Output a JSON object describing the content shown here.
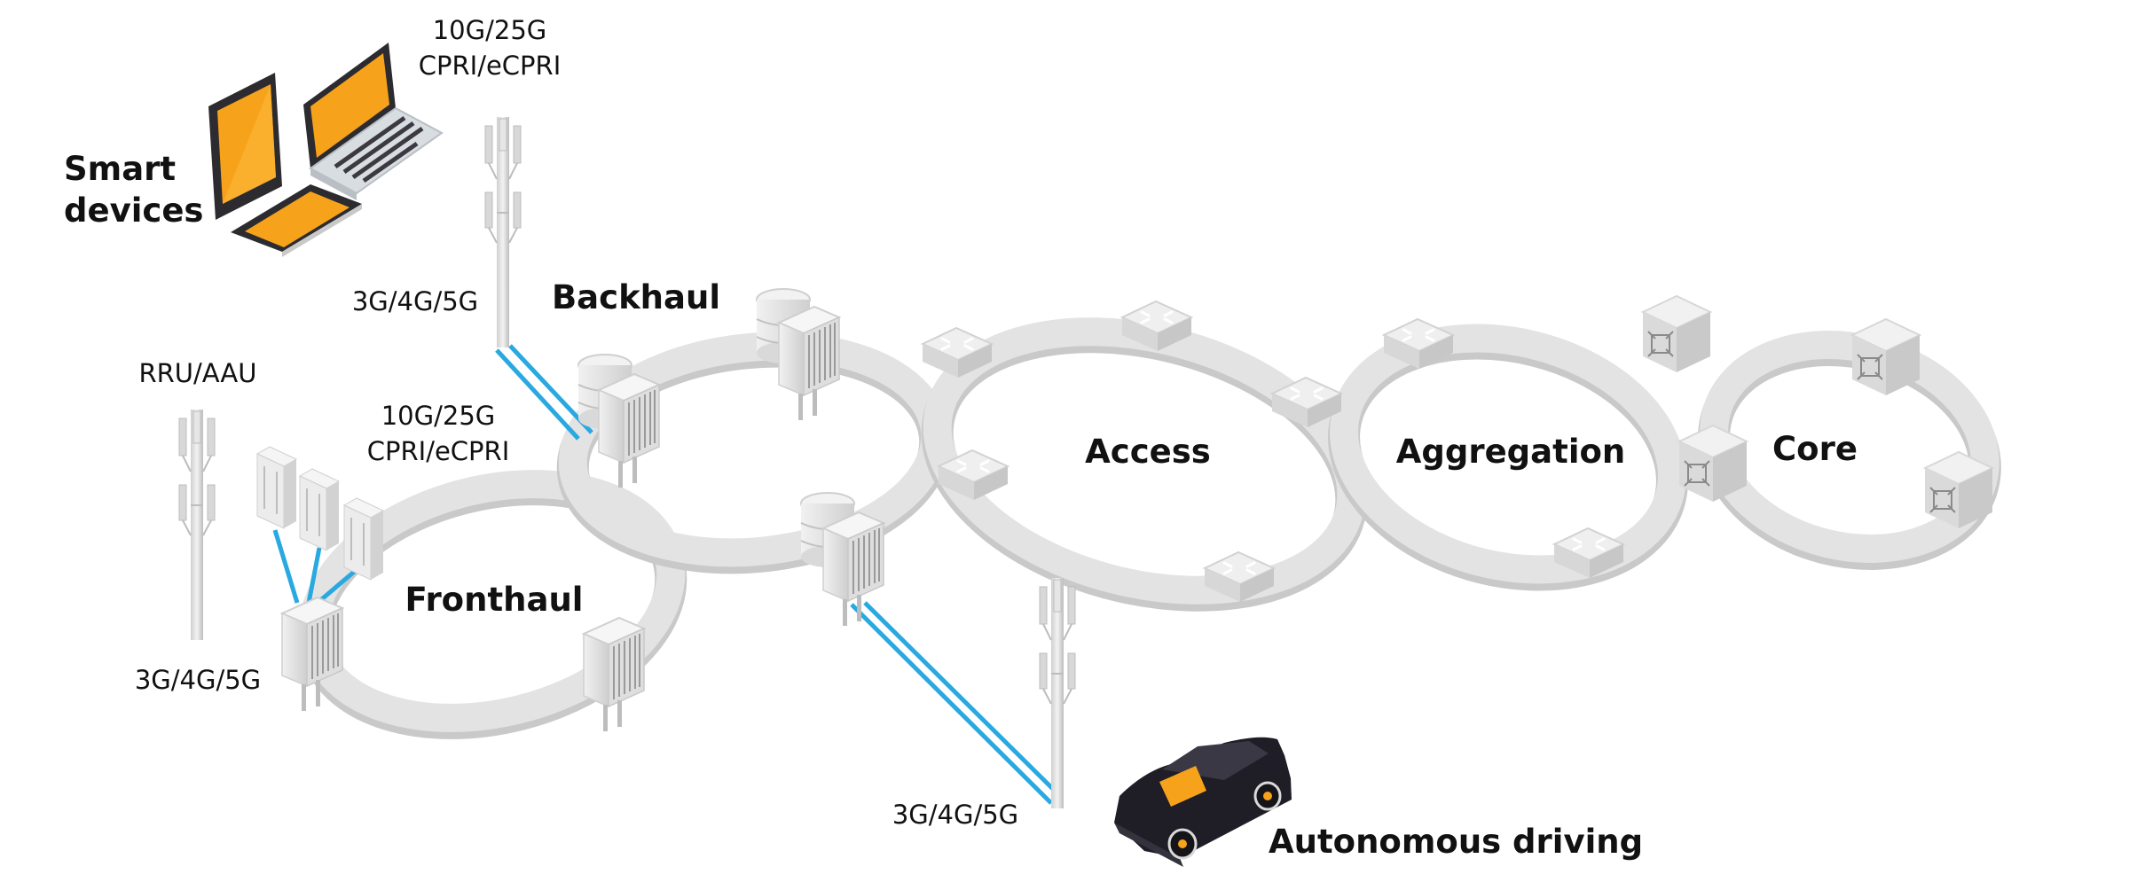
{
  "rings": {
    "fronthaul": "Fronthaul",
    "backhaul": "Backhaul",
    "access": "Access",
    "aggregation": "Aggregation",
    "core": "Core"
  },
  "labels": {
    "smart_devices_line1": "Smart",
    "smart_devices_line2": "devices",
    "top_rate_line1": "10G/25G",
    "top_rate_line2": "CPRI/eCPRI",
    "top_tower_tech": "3G/4G/5G",
    "rru_aau": "RRU/AAU",
    "mid_rate_line1": "10G/25G",
    "mid_rate_line2": "CPRI/eCPRI",
    "left_tower_tech": "3G/4G/5G",
    "bottom_tower_tech": "3G/4G/5G",
    "autonomous_driving": "Autonomous driving"
  },
  "colors": {
    "ring": "#dcdcdc",
    "ring_shadow": "#c4c4c4",
    "link": "#29a9e0",
    "device_orange": "#f7a21b",
    "device_dark": "#2b2b30",
    "car_body": "#1f1d26",
    "equipment": "#e9e9e9"
  }
}
